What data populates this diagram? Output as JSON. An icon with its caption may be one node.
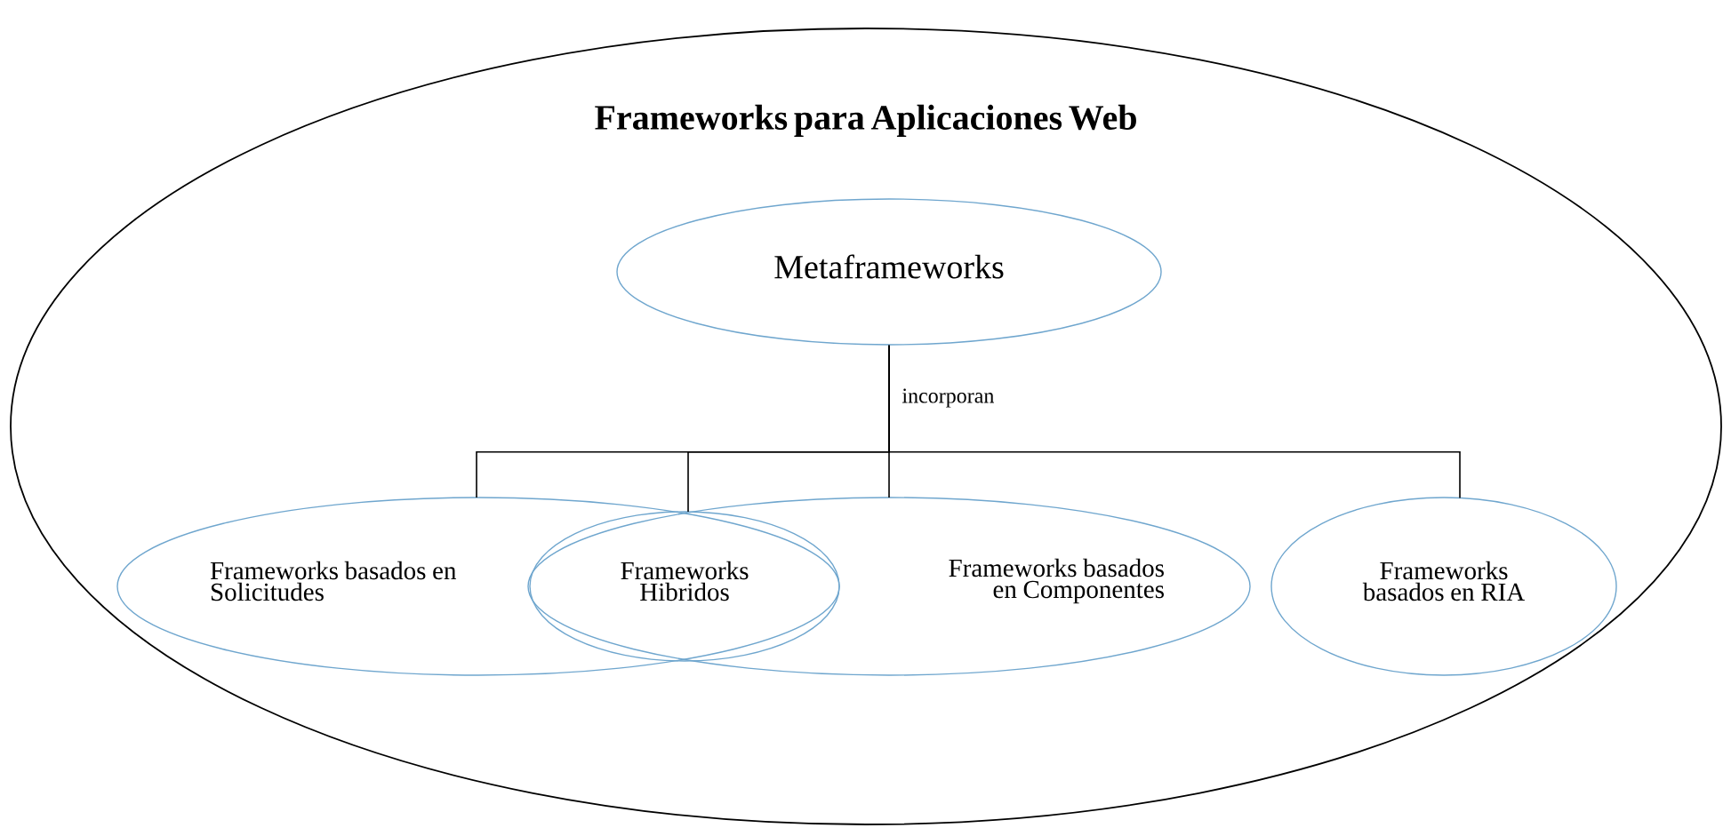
{
  "diagram": {
    "nodes": [
      {
        "text": [
          "Frameworks para Aplicaciones Web"
        ]
      },
      {
        "text": [
          "Metaframeworks"
        ],
        "in": 0
      },
      {
        "text": [
          "Frameworks basados en Solicitudes"
        ],
        "in": 0
      },
      {
        "text": [
          "Frameworks Hibridos"
        ]
      },
      {
        "text": [
          "Frameworks basados en Componentes"
        ],
        "in": 0
      },
      {
        "text": [
          "Frameworks basados en RIA"
        ],
        "in": 0
      }
    ],
    "edges": [
      {
        "from": 1,
        "to": 2,
        "arrow": "none"
      },
      {
        "from": 1,
        "to": 3,
        "arrow": "none"
      },
      {
        "from": 1,
        "to": 4,
        "arrow": "none",
        "label": "incorporan"
      },
      {
        "from": 1,
        "to": 5,
        "arrow": "none"
      }
    ]
  }
}
